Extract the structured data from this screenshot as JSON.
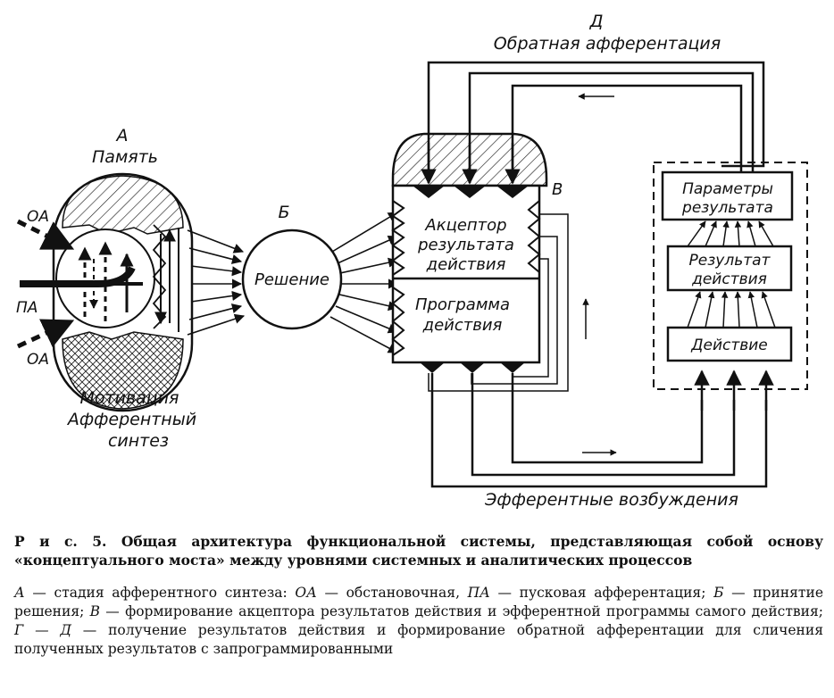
{
  "diagram": {
    "labels": {
      "A": "А",
      "memory": "Память",
      "OA_top": "ОА",
      "PA": "ПА",
      "OA_bottom": "ОА",
      "motivation": "Мотивация",
      "afferent": "Афферентный",
      "synthesis": "синтез",
      "B": "Б",
      "decision": "Решение",
      "V": "В",
      "acceptor_1": "Акцептор",
      "acceptor_2": "результата",
      "acceptor_3": "действия",
      "program_1": "Программа",
      "program_2": "действия",
      "D": "Д",
      "feedback": "Обратная афферентация",
      "params_1": "Параметры",
      "params_2": "результата",
      "result_1": "Результат",
      "result_2": "действия",
      "action": "Действие",
      "efferent": "Эфферентные возбуждения"
    }
  },
  "caption": "Р и с. 5. Общая архитектура функциональной системы, представляющая собой основу «концептуального моста» между уровнями системных и аналитических процессов",
  "legend": {
    "A": "А",
    "A_text": " — стадия афферентного синтеза: ",
    "OA": "ОА",
    "OA_text": " — обстановочная, ",
    "PA": "ПА",
    "PA_text": " — пусковая афферентация; ",
    "B": "Б",
    "B_text": " — принятие решения; ",
    "V": "В",
    "V_text": " — формирование акцептора результатов действия и эфферентной программы самого действия; ",
    "GD": "Г — Д",
    "GD_text": " — получение результатов действия и формирование обратной афферентации для сличения полученных результатов с запрограммированными"
  }
}
